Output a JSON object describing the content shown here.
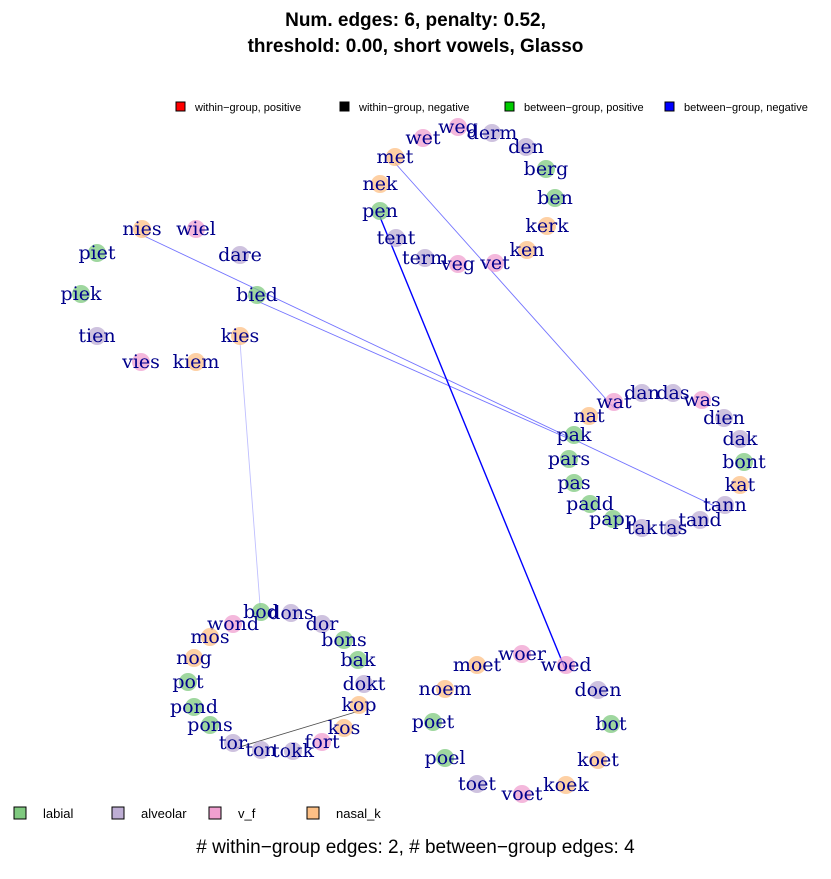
{
  "title_line1": "Num. edges: 6, penalty: 0.52,",
  "title_line2": "threshold: 0.00, short vowels, Glasso",
  "footer": "# within−group edges: 2, # between−group edges: 4",
  "edge_legend": [
    {
      "label": "within−group, positive",
      "color": "#ff0000"
    },
    {
      "label": "within−group, negative",
      "color": "#000000"
    },
    {
      "label": "between−group, positive",
      "color": "#00cc00"
    },
    {
      "label": "between−group, negative",
      "color": "#0000ff"
    }
  ],
  "node_legend": [
    {
      "label": "labial",
      "color": "#7fc97f"
    },
    {
      "label": "alveolar",
      "color": "#beaed4"
    },
    {
      "label": "v_f",
      "color": "#f0a0d0"
    },
    {
      "label": "nasal_k",
      "color": "#fdc086"
    }
  ],
  "nodes": [
    {
      "id": "weg",
      "group": "v_f"
    },
    {
      "id": "derm",
      "group": "alveolar"
    },
    {
      "id": "wet",
      "group": "v_f"
    },
    {
      "id": "den",
      "group": "alveolar"
    },
    {
      "id": "met",
      "group": "nasal_k"
    },
    {
      "id": "berg",
      "group": "labial"
    },
    {
      "id": "nek",
      "group": "nasal_k"
    },
    {
      "id": "ben",
      "group": "labial"
    },
    {
      "id": "pen",
      "group": "labial"
    },
    {
      "id": "kerk",
      "group": "nasal_k"
    },
    {
      "id": "tent",
      "group": "alveolar"
    },
    {
      "id": "ken",
      "group": "nasal_k"
    },
    {
      "id": "term",
      "group": "alveolar"
    },
    {
      "id": "veg",
      "group": "v_f"
    },
    {
      "id": "vet",
      "group": "v_f"
    },
    {
      "id": "nies",
      "group": "nasal_k"
    },
    {
      "id": "wiel",
      "group": "v_f"
    },
    {
      "id": "piet",
      "group": "labial"
    },
    {
      "id": "dare",
      "group": "alveolar"
    },
    {
      "id": "piek",
      "group": "labial"
    },
    {
      "id": "bied",
      "group": "labial"
    },
    {
      "id": "tien",
      "group": "alveolar"
    },
    {
      "id": "kies",
      "group": "nasal_k"
    },
    {
      "id": "vies",
      "group": "v_f"
    },
    {
      "id": "kiem",
      "group": "nasal_k"
    },
    {
      "id": "dan",
      "group": "alveolar"
    },
    {
      "id": "das",
      "group": "alveolar"
    },
    {
      "id": "wat",
      "group": "v_f"
    },
    {
      "id": "was",
      "group": "v_f"
    },
    {
      "id": "nat",
      "group": "nasal_k"
    },
    {
      "id": "dien",
      "group": "alveolar"
    },
    {
      "id": "pak",
      "group": "labial"
    },
    {
      "id": "dak",
      "group": "alveolar"
    },
    {
      "id": "pars",
      "group": "labial"
    },
    {
      "id": "bont",
      "group": "labial"
    },
    {
      "id": "kat",
      "group": "nasal_k"
    },
    {
      "id": "pas",
      "group": "labial"
    },
    {
      "id": "tann",
      "group": "alveolar"
    },
    {
      "id": "padd",
      "group": "labial"
    },
    {
      "id": "tand",
      "group": "alveolar"
    },
    {
      "id": "papp",
      "group": "labial"
    },
    {
      "id": "tak",
      "group": "alveolar"
    },
    {
      "id": "tas",
      "group": "alveolar"
    },
    {
      "id": "bod",
      "group": "labial"
    },
    {
      "id": "dons",
      "group": "alveolar"
    },
    {
      "id": "wond",
      "group": "v_f"
    },
    {
      "id": "dor",
      "group": "alveolar"
    },
    {
      "id": "mos",
      "group": "nasal_k"
    },
    {
      "id": "bons",
      "group": "labial"
    },
    {
      "id": "nog",
      "group": "nasal_k"
    },
    {
      "id": "bak",
      "group": "labial"
    },
    {
      "id": "pot",
      "group": "labial"
    },
    {
      "id": "dokt",
      "group": "alveolar"
    },
    {
      "id": "pond",
      "group": "labial"
    },
    {
      "id": "kop",
      "group": "nasal_k"
    },
    {
      "id": "pons",
      "group": "labial"
    },
    {
      "id": "kos",
      "group": "nasal_k"
    },
    {
      "id": "tor",
      "group": "alveolar"
    },
    {
      "id": "fort",
      "group": "v_f"
    },
    {
      "id": "ton",
      "group": "alveolar"
    },
    {
      "id": "tokk",
      "group": "alveolar"
    },
    {
      "id": "woer",
      "group": "v_f"
    },
    {
      "id": "moet",
      "group": "nasal_k"
    },
    {
      "id": "woed",
      "group": "v_f"
    },
    {
      "id": "noem",
      "group": "nasal_k"
    },
    {
      "id": "doen",
      "group": "alveolar"
    },
    {
      "id": "poet",
      "group": "labial"
    },
    {
      "id": "bot",
      "group": "labial"
    },
    {
      "id": "poel",
      "group": "labial"
    },
    {
      "id": "koet",
      "group": "nasal_k"
    },
    {
      "id": "toet",
      "group": "alveolar"
    },
    {
      "id": "koek",
      "group": "nasal_k"
    },
    {
      "id": "voet",
      "group": "v_f"
    }
  ],
  "edges": [
    {
      "from": "met",
      "to": "wat",
      "type": "between-group, negative",
      "weight": "weak"
    },
    {
      "from": "pen",
      "to": "woed",
      "type": "between-group, negative",
      "weight": "strong"
    },
    {
      "from": "nies",
      "to": "tann",
      "type": "between-group, negative",
      "weight": "weak"
    },
    {
      "from": "bied",
      "to": "pak",
      "type": "between-group, negative",
      "weight": "weak"
    },
    {
      "from": "kies",
      "to": "bod",
      "type": "within-group, negative",
      "weight": "faint"
    },
    {
      "from": "tor",
      "to": "kop",
      "type": "within-group, negative",
      "weight": "medium"
    }
  ]
}
